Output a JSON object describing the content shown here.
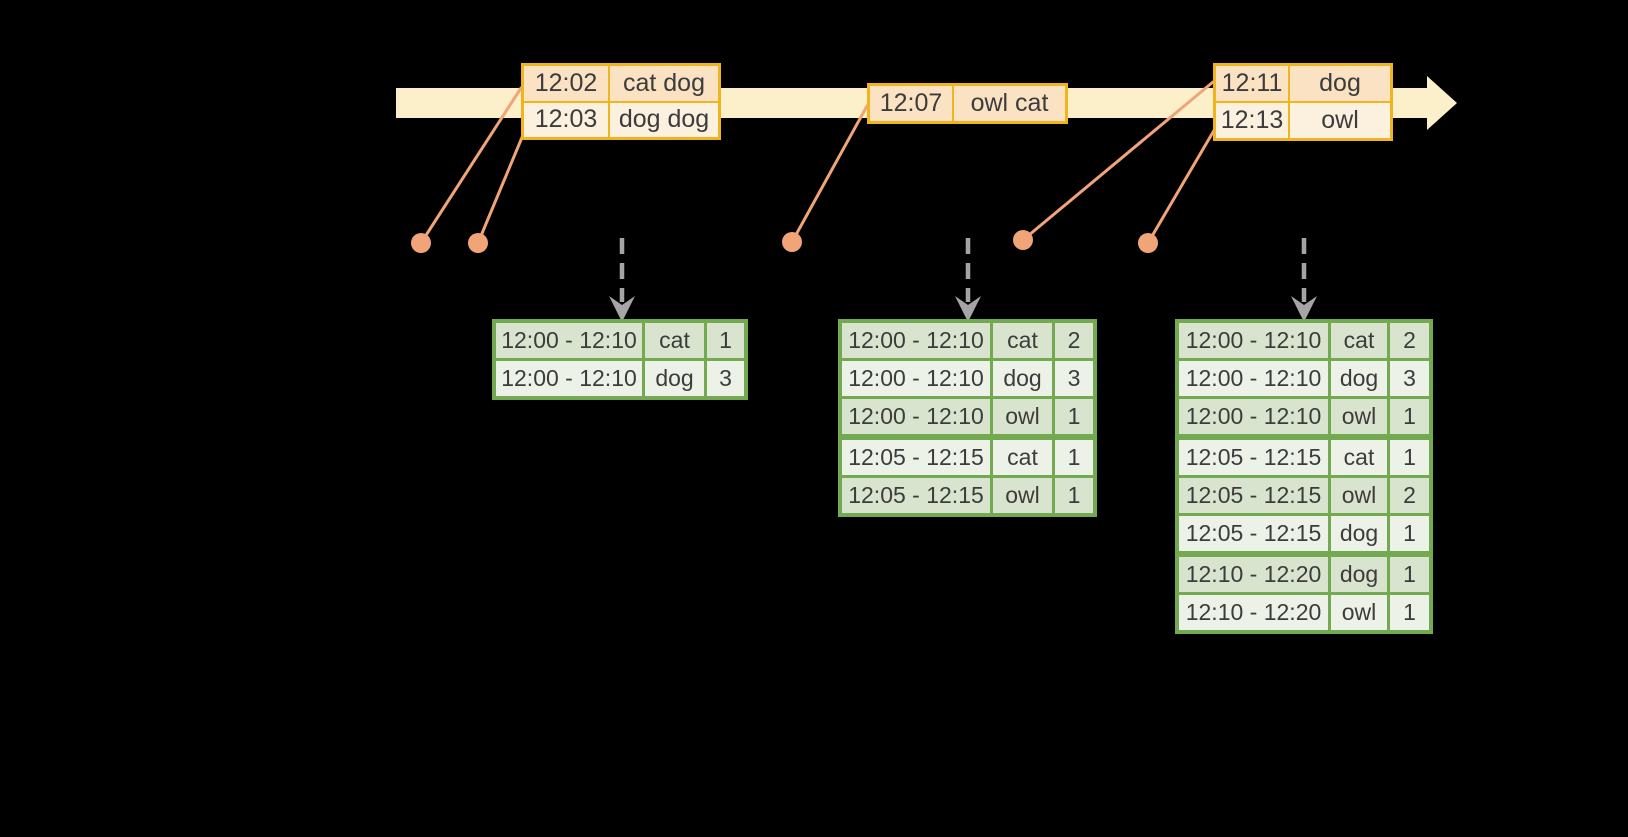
{
  "palette": {
    "bg": "#000000",
    "band": "#fbf0c9",
    "evBorder": "#f0b41f",
    "evRowA": "#fbe2c2",
    "evRowB": "#fcf0df",
    "connector": "#f1a478",
    "trigger": "#a5a5a5",
    "grBorder": "#73a950",
    "grRowA": "#d9e4ce",
    "grRowB": "#edf2e8",
    "text": "#3c3c3c"
  },
  "timeline": {
    "events": [
      {
        "rows": [
          {
            "time": "12:02",
            "words": "cat dog"
          },
          {
            "time": "12:03",
            "words": "dog dog"
          }
        ]
      },
      {
        "rows": [
          {
            "time": "12:07",
            "words": "owl cat"
          }
        ]
      },
      {
        "rows": [
          {
            "time": "12:11",
            "words": "dog"
          },
          {
            "time": "12:13",
            "words": "owl"
          }
        ]
      }
    ]
  },
  "result_tables": [
    {
      "rows": [
        [
          "12:00 - 12:10",
          "cat",
          "1"
        ],
        [
          "12:00 - 12:10",
          "dog",
          "3"
        ]
      ]
    },
    {
      "rows": [
        [
          "12:00 - 12:10",
          "cat",
          "2"
        ],
        [
          "12:00 - 12:10",
          "dog",
          "3"
        ],
        [
          "12:00 - 12:10",
          "owl",
          "1"
        ],
        [
          "12:05 - 12:15",
          "cat",
          "1"
        ],
        [
          "12:05 - 12:15",
          "owl",
          "1"
        ]
      ]
    },
    {
      "rows": [
        [
          "12:00 - 12:10",
          "cat",
          "2"
        ],
        [
          "12:00 - 12:10",
          "dog",
          "3"
        ],
        [
          "12:00 - 12:10",
          "owl",
          "1"
        ],
        [
          "12:05 - 12:15",
          "cat",
          "1"
        ],
        [
          "12:05 - 12:15",
          "owl",
          "2"
        ],
        [
          "12:05 - 12:15",
          "dog",
          "1"
        ],
        [
          "12:10 - 12:20",
          "dog",
          "1"
        ],
        [
          "12:10 - 12:20",
          "owl",
          "1"
        ]
      ]
    }
  ]
}
